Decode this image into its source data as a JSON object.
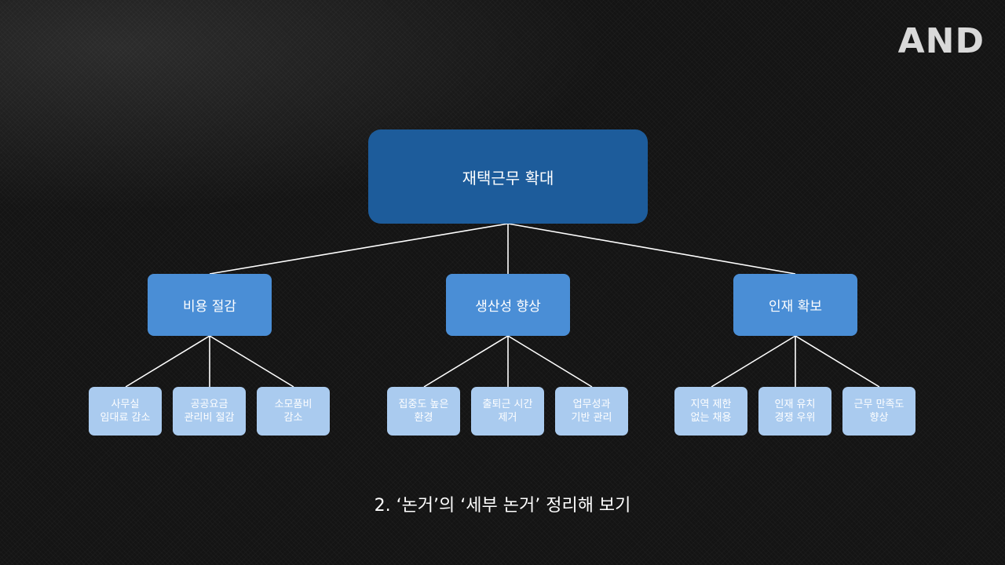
{
  "logo": {
    "text": "AND"
  },
  "diagram": {
    "root": "재택근무 확대",
    "branches": [
      {
        "label": "비용 절감",
        "children": [
          "사무실\n임대료 감소",
          "공공요금\n관리비 절감",
          "소모품비\n감소"
        ]
      },
      {
        "label": "생산성 향상",
        "children": [
          "집중도 높은\n환경",
          "출퇴근 시간\n제거",
          "업무성과\n기반 관리"
        ]
      },
      {
        "label": "인재 확보",
        "children": [
          "지역 제한\n없는 채용",
          "인재 유치\n경쟁 우위",
          "근무 만족도\n향상"
        ]
      }
    ]
  },
  "caption": "2. ‘논거’의 ‘세부 논거’ 정리해 보기",
  "colors": {
    "root": "#1d5c9b",
    "branch": "#4a8ed6",
    "leaf": "#aacbef",
    "connector": "#ffffff"
  }
}
